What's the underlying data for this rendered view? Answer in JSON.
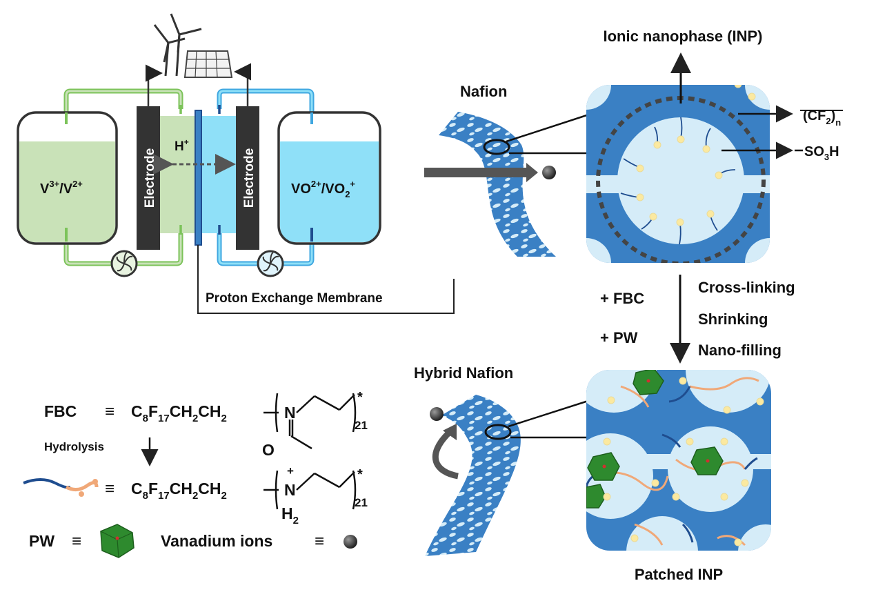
{
  "battery": {
    "left_tank": {
      "label_main": "V",
      "sup1": "3+",
      "mid": "/V",
      "sup2": "2+"
    },
    "right_tank": {
      "label_main": "VO",
      "sup1": "2+",
      "mid": "/VO",
      "sub": "2",
      "sup2": "+"
    },
    "electrode_left": "Electrode",
    "electrode_right": "Electrode",
    "proton": {
      "main": "H",
      "sup": "+"
    },
    "membrane_label": "Proton Exchange Membrane"
  },
  "nafion": {
    "label": "Nafion",
    "inp_title": "Ionic nanophase (INP)",
    "cf2": {
      "open": "(CF",
      "sub": "2",
      "close": ")",
      "n": "n"
    },
    "so3h": {
      "pre": "SO",
      "sub": "3",
      "post": "H"
    }
  },
  "process": {
    "add1": "+ FBC",
    "add2": "+ PW",
    "step1": "Cross-linking",
    "step2": "Shrinking",
    "step3": "Nano-filling"
  },
  "hybrid": {
    "label": "Hybrid Nafion",
    "patched_label": "Patched INP"
  },
  "legend": {
    "fbc": "FBC",
    "equiv": "≡",
    "chain": {
      "c": "C",
      "c_sub": "8",
      "f": "F",
      "f_sub": "17",
      "rest1": "CH",
      "sub2": "2",
      "rest2": "CH",
      "sub3": "2"
    },
    "n_atom": "N",
    "o_atom": "O",
    "star": "*",
    "repeat": "21",
    "hydrolysis": "Hydrolysis",
    "nh": {
      "n": "N",
      "plus": "+",
      "h": "H",
      "h_sub": "2"
    },
    "pw": "PW",
    "vanadium": "Vanadium ions"
  },
  "colors": {
    "green_fill": "#c9e2b8",
    "green_line": "#7cc35a",
    "blue_fill": "#8fe0f8",
    "blue_line": "#3fa7e0",
    "electrode": "#333333",
    "nafion_blue": "#3a80c4",
    "pore_blue": "#d5ecf8",
    "chain_blue": "#1f4d8f",
    "chain_orange": "#f0a878",
    "pw_green": "#2e8a2e"
  }
}
